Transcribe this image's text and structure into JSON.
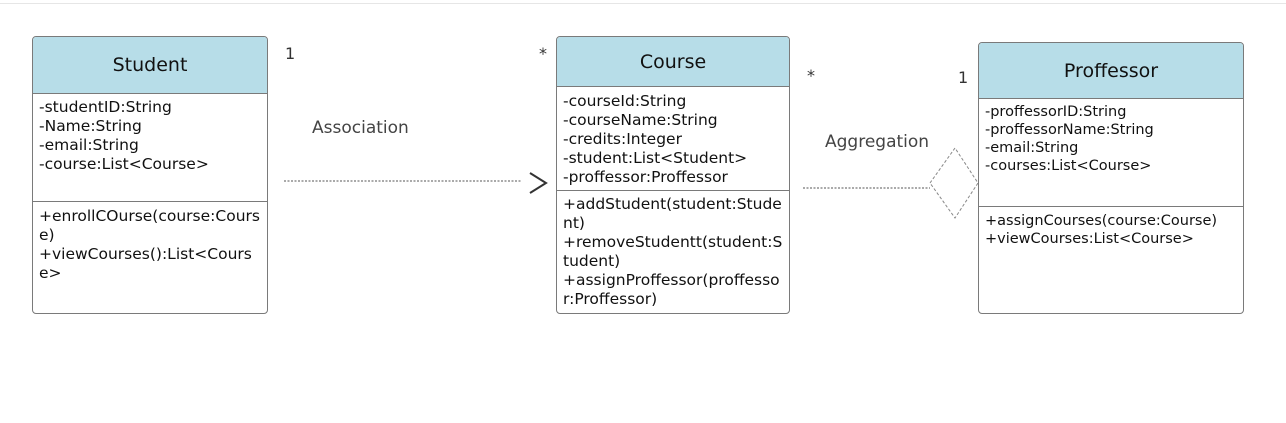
{
  "classes": {
    "student": {
      "name": "Student",
      "attributes": [
        "-studentID:String",
        "-Name:String",
        "-email:String",
        "-course:List<Course>"
      ],
      "methods": [
        "+enrollCOurse(course:Course)",
        "+viewCourses():List<Course>"
      ]
    },
    "course": {
      "name": "Course",
      "attributes": [
        "-courseId:String",
        "-courseName:String",
        "-credits:Integer",
        "-student:List<Student>",
        "-proffessor:Proffessor"
      ],
      "methods": [
        "+addStudent(student:Student)",
        "+removeStudentt(student:Student)",
        "+assignProffessor(proffessor:Proffessor)"
      ]
    },
    "proffessor": {
      "name": "Proffessor",
      "attributes": [
        "-proffessorID:String",
        "-proffessorName:String",
        "-email:String",
        "-courses:List<Course>"
      ],
      "methods": [
        "+assignCourses(course:Course)",
        "+viewCourses:List<Course>"
      ]
    }
  },
  "relations": {
    "association": {
      "label": "Association",
      "source_multiplicity": "1",
      "target_multiplicity": "*"
    },
    "aggregation": {
      "label": "Aggregation",
      "source_multiplicity": "*",
      "target_multiplicity": "1"
    }
  },
  "colors": {
    "header_fill": "#b7dde8",
    "border": "#7a7a7a",
    "connector": "#555555"
  }
}
